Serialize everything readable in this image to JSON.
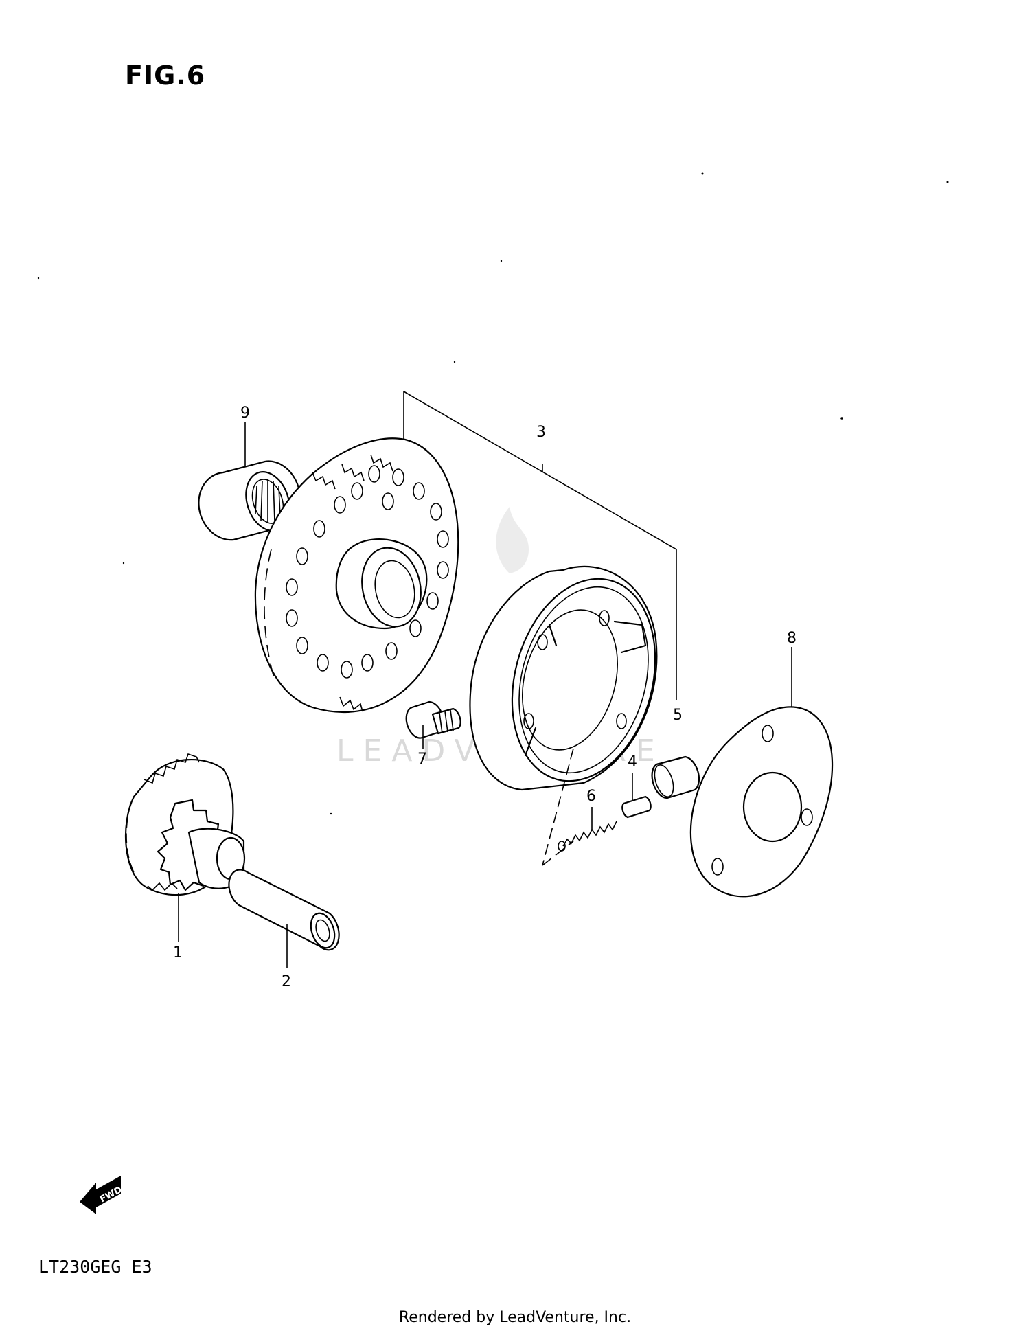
{
  "figure": {
    "title": "FIG.6",
    "model": "LT230GEG  E3"
  },
  "watermark": "LEADVENTURE",
  "fwd_badge": "FWD",
  "footer": "Rendered by LeadVenture, Inc.",
  "callouts": [
    {
      "id": "1",
      "label": "1"
    },
    {
      "id": "2",
      "label": "2"
    },
    {
      "id": "3",
      "label": "3"
    },
    {
      "id": "4",
      "label": "4"
    },
    {
      "id": "5",
      "label": "5"
    },
    {
      "id": "6",
      "label": "6"
    },
    {
      "id": "7",
      "label": "7"
    },
    {
      "id": "8",
      "label": "8"
    },
    {
      "id": "9",
      "label": "9"
    }
  ]
}
